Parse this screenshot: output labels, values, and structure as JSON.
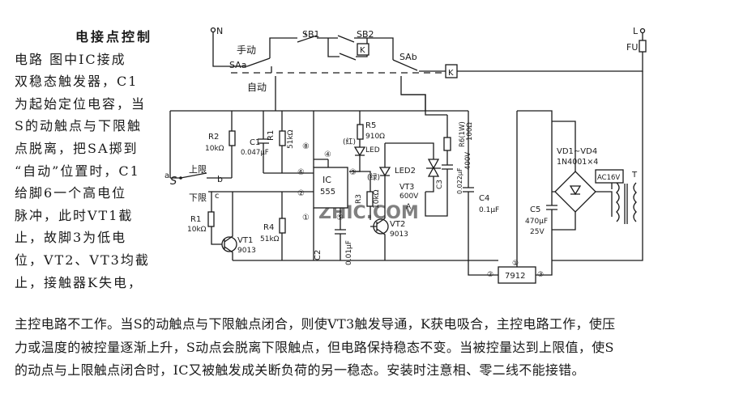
{
  "side_text": {
    "title": "电接点控制",
    "lines": [
      "电路  图中IC接成",
      "双稳态触发器，C1",
      "为起始定位电容，当",
      "S的动触点与下限触",
      "点脱离，把SA掷到",
      "“自动”位置时，C1",
      "给脚6一个高电位",
      "脉冲，此时VT1截",
      "止，故脚3为低电",
      "位，VT2、VT3均截",
      "止，接触器K失电，"
    ]
  },
  "body_text": [
    "主控电路不工作。当S的动触点与下限触点闭合，则使VT3触发导通，K获电吸合，主控电路工作，使压",
    "力或温度的被控量逐渐上升，S动点会脱离下限触点，但电路保持稳态不变。当被控量达到上限值，使S",
    "的动点与上限触点闭合时，IC又被触发成关断负荷的另一稳态。安装时注意相、零二线不能接错。"
  ],
  "diagram": {
    "labels": {
      "N": "N",
      "L": "L",
      "FU": "FU",
      "SB1": "SB1",
      "SB2": "SB2",
      "K_contact": "K",
      "K_coil": "K",
      "manual": "手动",
      "SAa": "SAa",
      "SAb": "SAb",
      "auto": "自动",
      "R2": "R2",
      "R2_val": "10kΩ",
      "C1": "C1",
      "C1_val": "0.047μF",
      "R1_top": "R1",
      "R1_top_val": "51kΩ",
      "R5": "R5",
      "R5_val": "910Ω",
      "red": "(红)",
      "LED": "LED",
      "green": "(绿)",
      "LED2": "LED2",
      "R6": "R6(1W)",
      "R6_val": "100Ω",
      "C3": "C3",
      "C3_val": "0.022μF",
      "V400": "400V",
      "VT3": "VT3",
      "VT3_v": "600V",
      "VT3_a": "A",
      "C4": "C4",
      "C4_val": "0.1μF",
      "IC": "IC",
      "IC_num": "555",
      "pin8": "⑧",
      "pin4": "④",
      "pin6": "⑥",
      "pin3": "③",
      "pin2": "②",
      "pin1": "①",
      "pin5": "⑤",
      "upper": "上限",
      "lower": "下限",
      "b": "b",
      "c": "c",
      "a": "a",
      "S": "S",
      "R3": "R3",
      "R3_val": "10kΩ",
      "VT2": "VT2",
      "VT2_val": "9013",
      "R1": "R1",
      "R1_val": "10kΩ",
      "VT1": "VT1",
      "VT1_val": "9013",
      "R4": "R4",
      "R4_val": "51kΩ",
      "C2": "C2",
      "C2_val": "0.01μF",
      "C5": "C5",
      "C5_val": "470μF",
      "C5_v": "25V",
      "reg": "7912",
      "reg1": "①",
      "reg2": "②",
      "reg3": "③",
      "VD": "VD1~VD4",
      "VD_val": "1N4001×4",
      "AC": "AC16V",
      "T": "T"
    },
    "watermark": "ZHIC.COM"
  }
}
